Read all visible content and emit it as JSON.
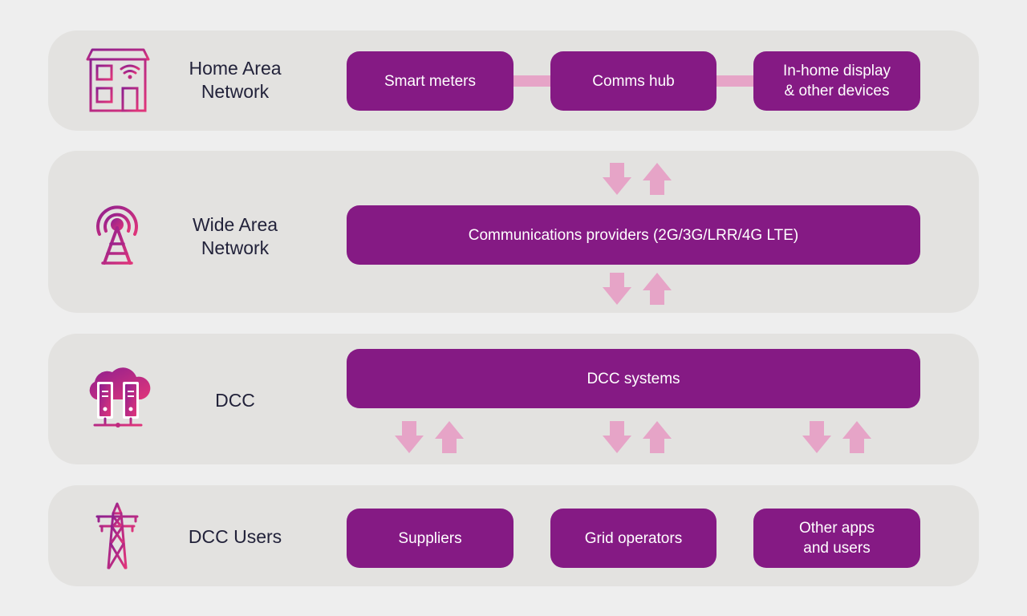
{
  "colors": {
    "page_background": "#eeeeee",
    "band_background": "#e3e2e0",
    "box_fill": "#851a84",
    "box_text": "#ffffff",
    "arrow_fill": "#e6a4c7",
    "label_text": "#22223a",
    "icon_gradient": [
      "#8e1f8f",
      "#e0357a"
    ]
  },
  "layers": [
    {
      "icon": "house-icon",
      "label": "Home Area\nNetwork",
      "boxes": [
        "Smart meters",
        "Comms hub",
        "In-home display\n& other devices"
      ]
    },
    {
      "icon": "antenna-tower-icon",
      "label": "Wide Area\nNetwork",
      "boxes": [
        "Communications providers (2G/3G/LRR/4G LTE)"
      ]
    },
    {
      "icon": "cloud-servers-icon",
      "label": "DCC",
      "boxes": [
        "DCC systems"
      ]
    },
    {
      "icon": "pylon-icon",
      "label": "DCC Users",
      "boxes": [
        "Suppliers",
        "Grid operators",
        "Other apps\nand users"
      ]
    }
  ],
  "arrows": "bidirectional-down-up"
}
